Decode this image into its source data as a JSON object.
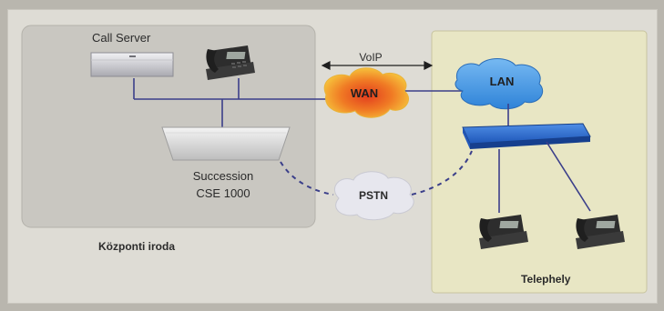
{
  "labels": {
    "call_server": "Call Server",
    "voip": "VoIP",
    "wan": "WAN",
    "lan": "LAN",
    "pstn": "PSTN",
    "succession_line1": "Succession",
    "succession_line2": "CSE 1000",
    "central_office": "Központi iroda",
    "branch_site": "Telephely"
  },
  "colors": {
    "central_panel": "#c9c7c1",
    "branch_panel": "#e8e6c4",
    "lan_cloud": "#4d9fe6",
    "wan_cloud_outer": "#f2a62b",
    "wan_cloud_inner": "#e23b1e",
    "switch": "#2f6fd1",
    "pstn_cloud": "#e7e7ee",
    "line": "#3b3f8a"
  },
  "icons": [
    "call-server-icon",
    "ip-phone-icon",
    "chassis-icon",
    "switch-icon"
  ]
}
